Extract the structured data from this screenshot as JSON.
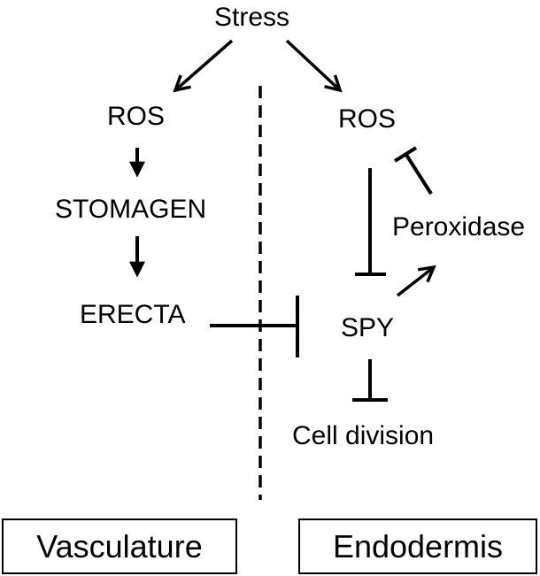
{
  "nodes": {
    "stress": "Stress",
    "ros_left": "ROS",
    "stomagen": "STOMAGEN",
    "erecta": "ERECTA",
    "ros_right": "ROS",
    "spy": "SPY",
    "peroxidase": "Peroxidase",
    "cell_division": "Cell division"
  },
  "regions": {
    "left": "Vasculature",
    "right": "Endodermis"
  }
}
